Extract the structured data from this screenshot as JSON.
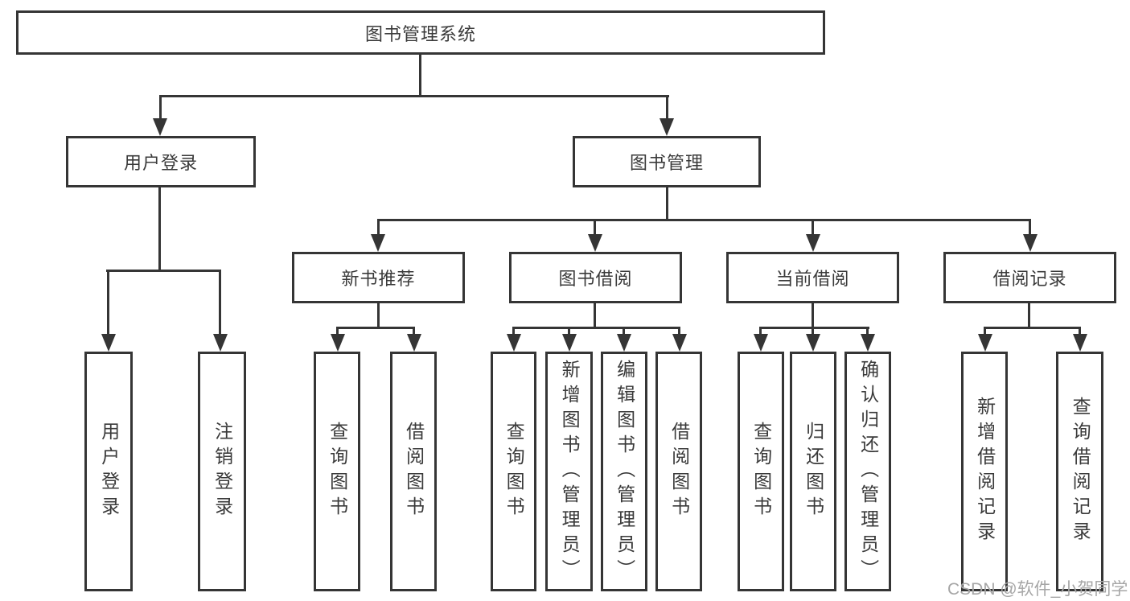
{
  "diagram": {
    "root": {
      "label": "图书管理系统"
    },
    "branches": [
      {
        "label": "用户登录",
        "children": [
          {
            "label": "用户登录"
          },
          {
            "label": "注销登录"
          }
        ]
      },
      {
        "label": "图书管理",
        "children": [
          {
            "label": "新书推荐",
            "children": [
              {
                "label": "查询图书"
              },
              {
                "label": "借阅图书"
              }
            ]
          },
          {
            "label": "图书借阅",
            "children": [
              {
                "label": "查询图书"
              },
              {
                "label": "新增图书（管理员）"
              },
              {
                "label": "编辑图书（管理员）"
              },
              {
                "label": "借阅图书"
              }
            ]
          },
          {
            "label": "当前借阅",
            "children": [
              {
                "label": "查询图书"
              },
              {
                "label": "归还图书"
              },
              {
                "label": "确认归还（管理员）"
              }
            ]
          },
          {
            "label": "借阅记录",
            "children": [
              {
                "label": "新增借阅记录"
              },
              {
                "label": "查询借阅记录"
              }
            ]
          }
        ]
      }
    ],
    "watermark": "CSDN @软件_小贺同学",
    "colors": {
      "line": "#353535",
      "text": "#3a3a3a",
      "watermark": "#a6a6a6",
      "background": "#ffffff"
    }
  }
}
